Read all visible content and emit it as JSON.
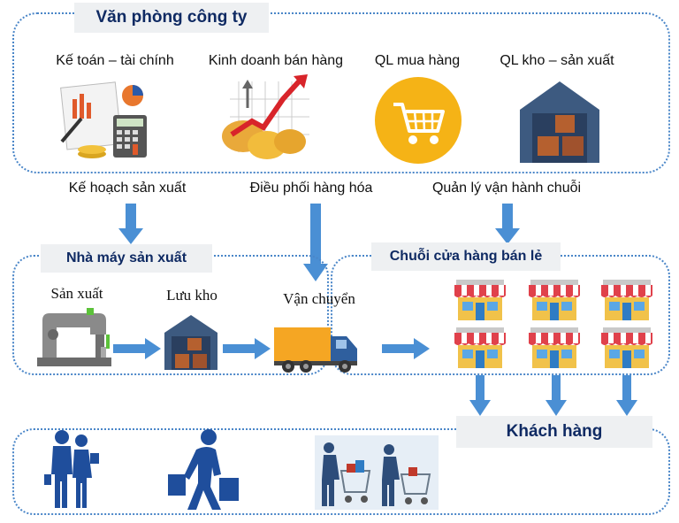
{
  "office": {
    "title": "Văn phòng công ty",
    "departments": [
      {
        "label": "Kế toán – tài chính",
        "icon": "accounting-calculator-icon"
      },
      {
        "label": "Kinh doanh bán hàng",
        "icon": "sales-growth-chart-icon"
      },
      {
        "label": "QL mua hàng",
        "icon": "shopping-cart-icon"
      },
      {
        "label": "QL kho – sản xuất",
        "icon": "warehouse-icon"
      }
    ]
  },
  "flows": {
    "production_plan": "Kế hoạch sản xuất",
    "goods_coordination": "Điều phối hàng hóa",
    "chain_operation": "Quản lý vận hành chuỗi"
  },
  "factory": {
    "title": "Nhà máy sản xuất",
    "production": "Sản xuất",
    "storage": "Lưu kho",
    "transport": "Vận chuyển"
  },
  "retail": {
    "title": "Chuỗi cửa hàng bán lẻ",
    "store_icon": "store-icon",
    "store_count": 6
  },
  "customers": {
    "title": "Khách hàng",
    "icons": [
      "shopping-couple-icon",
      "shopper-with-bags-icon",
      "shoppers-with-carts-icon"
    ]
  },
  "colors": {
    "panel_border": "#4a86c8",
    "arrow": "#4a8fd4",
    "tab_bg": "#eef0f2",
    "title_text": "#0f2a63",
    "truck": "#f5a623",
    "cart_circle": "#f5b316",
    "warehouse": "#3d5a80",
    "awning_red": "#e0414b",
    "store_body": "#f1c24a",
    "customer_blue": "#1f4e9c"
  }
}
